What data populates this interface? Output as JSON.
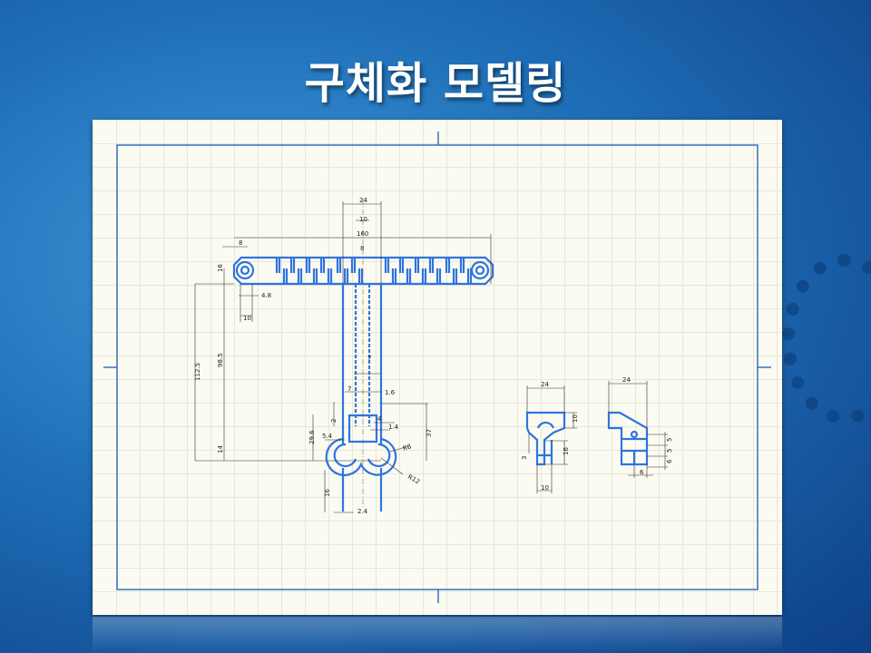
{
  "slide": {
    "title": "구체화 모델링"
  },
  "drawing": {
    "main_part": {
      "dims": {
        "w24": "24",
        "w10": "10",
        "l160": "160",
        "w8a": "8",
        "w8b": "8",
        "h16": "16",
        "d48": "4.8",
        "d10": "10",
        "h1125": "112.5",
        "h985": "98.5",
        "h14": "14",
        "w7a": "7",
        "w7b": "7",
        "w16": "1.6",
        "h2": "2",
        "h296": "29.6",
        "w54": "5.4",
        "w4": "4",
        "w14": "1.4",
        "h37": "37",
        "r8": "R8",
        "r12": "R12",
        "h16b": "16",
        "w24b": "2.4"
      }
    },
    "part_front": {
      "dims": {
        "w24": "24",
        "h10": "10",
        "h3": "3",
        "h16": "16",
        "w10": "10"
      }
    },
    "part_side": {
      "dims": {
        "w24": "24",
        "h5a": "5",
        "h5b": "5",
        "h6": "6",
        "w6": "6"
      }
    }
  }
}
